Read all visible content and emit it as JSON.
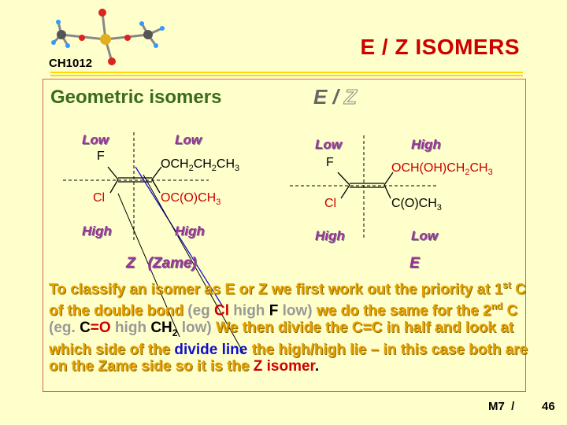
{
  "course_code": "CH1012",
  "title": "E / Z ISOMERS",
  "heading": "Geometric isomers",
  "ez_label": {
    "e": "E",
    "slash": " / ",
    "z": "Z"
  },
  "left_molecule": {
    "prio_top_left": "Low",
    "prio_top_right": "Low",
    "prio_bottom_left": "High",
    "prio_bottom_right": "High",
    "atom_tl": "F",
    "atom_tr": {
      "a": "OCH",
      "b": "2",
      "c": "CH",
      "d": "2",
      "e": "CH",
      "f": "3"
    },
    "atom_bl": "Cl",
    "atom_br": {
      "a": "OC(O)CH",
      "b": "3"
    },
    "label": "Z   (Zame)"
  },
  "right_molecule": {
    "prio_top_left": "Low",
    "prio_top_right": "High",
    "prio_bottom_left": "High",
    "prio_bottom_right": "Low",
    "atom_tl": "F",
    "atom_tr": {
      "a": "OCH(OH)CH",
      "b": "2",
      "c": "CH",
      "d": "3"
    },
    "atom_bl": "Cl",
    "atom_br": {
      "a": "C(O)CH",
      "b": "3"
    },
    "label": "E"
  },
  "paragraph": {
    "p1": "To classify an isomer as E or Z we first work out the priority at 1",
    "sup1": "st",
    "p2": " C of the double bond ",
    "eg1a": "(eg ",
    "eg1_cl": "Cl",
    "eg1b": " high ",
    "eg1_f": "F",
    "eg1c": " low)",
    "p3": " we do the same for the 2",
    "sup2": "nd",
    "p4": " C ",
    "eg2a": "(eg. ",
    "eg2_c": "C",
    "eg2_eq": "=O",
    "eg2b": " high ",
    "eg2_ch": "CH",
    "eg2_sub": "2",
    "eg2c": " low)",
    "p5": " We then divide the C=C in half and look at which side of the ",
    "divide": "divide line",
    "p6": " the high/high lie – in this case both are on the Zame side so it is the ",
    "zisomer": "Z isomer",
    "p7": "."
  },
  "footer": {
    "module": "M7  /",
    "page": "46"
  }
}
